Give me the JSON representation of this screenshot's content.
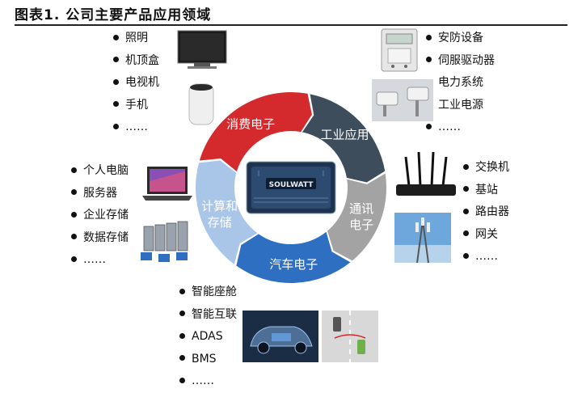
{
  "figure": {
    "title": "图表1.  公司主要产品应用领域"
  },
  "ring": {
    "segments": [
      {
        "label_lines": [
          "消费电子"
        ],
        "color": "#d42a2e"
      },
      {
        "label_lines": [
          "工业应用"
        ],
        "color": "#3d4d5b"
      },
      {
        "label_lines": [
          "通讯",
          "电子"
        ],
        "color": "#a3a3a3"
      },
      {
        "label_lines": [
          "汽车电子"
        ],
        "color": "#2f6fc1"
      },
      {
        "label_lines": [
          "计算和",
          "存储"
        ],
        "color": "#a9c6e8"
      }
    ],
    "center_logo": "SOULWATT"
  },
  "lists": {
    "consumer": [
      "照明",
      "机顶盒",
      "电视机",
      "手机",
      "……"
    ],
    "industrial": [
      "安防设备",
      "伺服驱动器",
      "电力系统",
      "工业电源",
      "……"
    ],
    "telecom": [
      "交换机",
      "基站",
      "路由器",
      "网关",
      "……"
    ],
    "computing": [
      "个人电脑",
      "服务器",
      "企业存储",
      "数据存储",
      "……"
    ],
    "automotive": [
      "智能座舱",
      "智能互联",
      "ADAS",
      "BMS",
      "……"
    ]
  },
  "icons": [
    "tv-icon",
    "speaker-icon",
    "meter-icon",
    "camera-icon",
    "router-icon",
    "tower-icon",
    "laptop-icon",
    "server-icon",
    "car-icon",
    "road-icon",
    "chip-icon"
  ]
}
